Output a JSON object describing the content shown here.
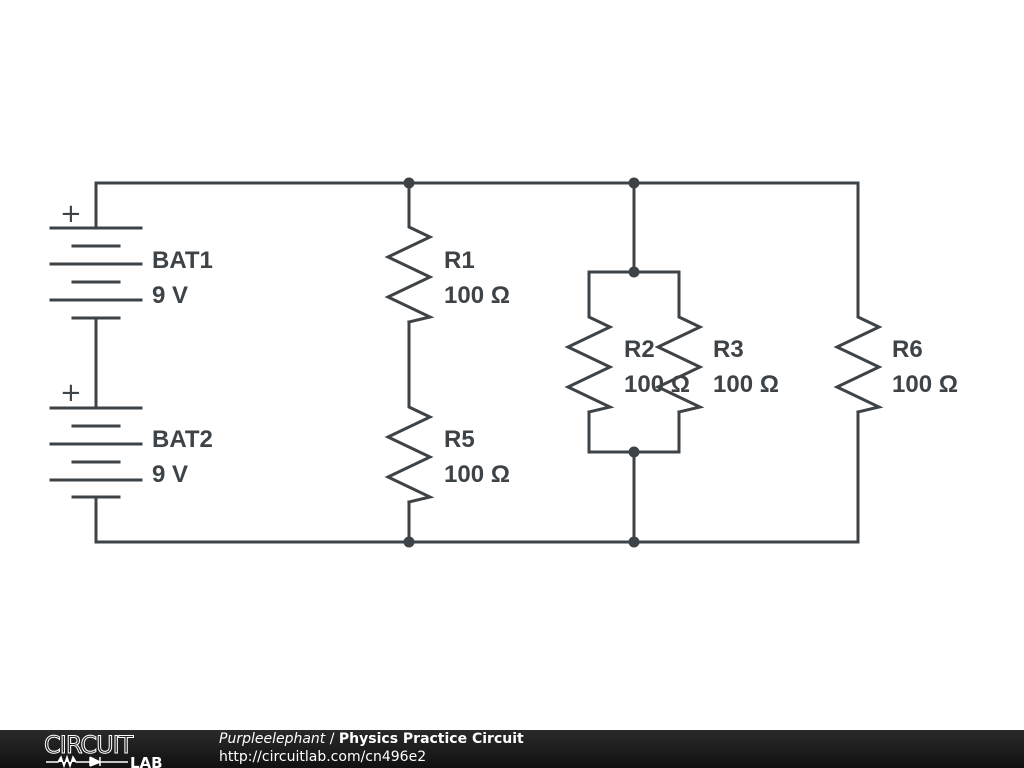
{
  "components": {
    "bat1": {
      "ref": "BAT1",
      "value": "9 V",
      "polarity": "+"
    },
    "bat2": {
      "ref": "BAT2",
      "value": "9 V",
      "polarity": "+"
    },
    "r1": {
      "ref": "R1",
      "value": "100 Ω"
    },
    "r5": {
      "ref": "R5",
      "value": "100 Ω"
    },
    "r2": {
      "ref": "R2",
      "value": "100 Ω"
    },
    "r3": {
      "ref": "R3",
      "value": "100 Ω"
    },
    "r6": {
      "ref": "R6",
      "value": "100 Ω"
    }
  },
  "colors": {
    "wire": "#3d4347",
    "footer_bg": "#1c1c1c",
    "footer_text": "#ffffff"
  },
  "footer": {
    "logo_top": "CIRCUIT",
    "logo_bottom": "LAB",
    "author": "Purpleelephant",
    "separator": " / ",
    "title": "Physics Practice Circuit",
    "url": "http://circuitlab.com/cn496e2"
  }
}
